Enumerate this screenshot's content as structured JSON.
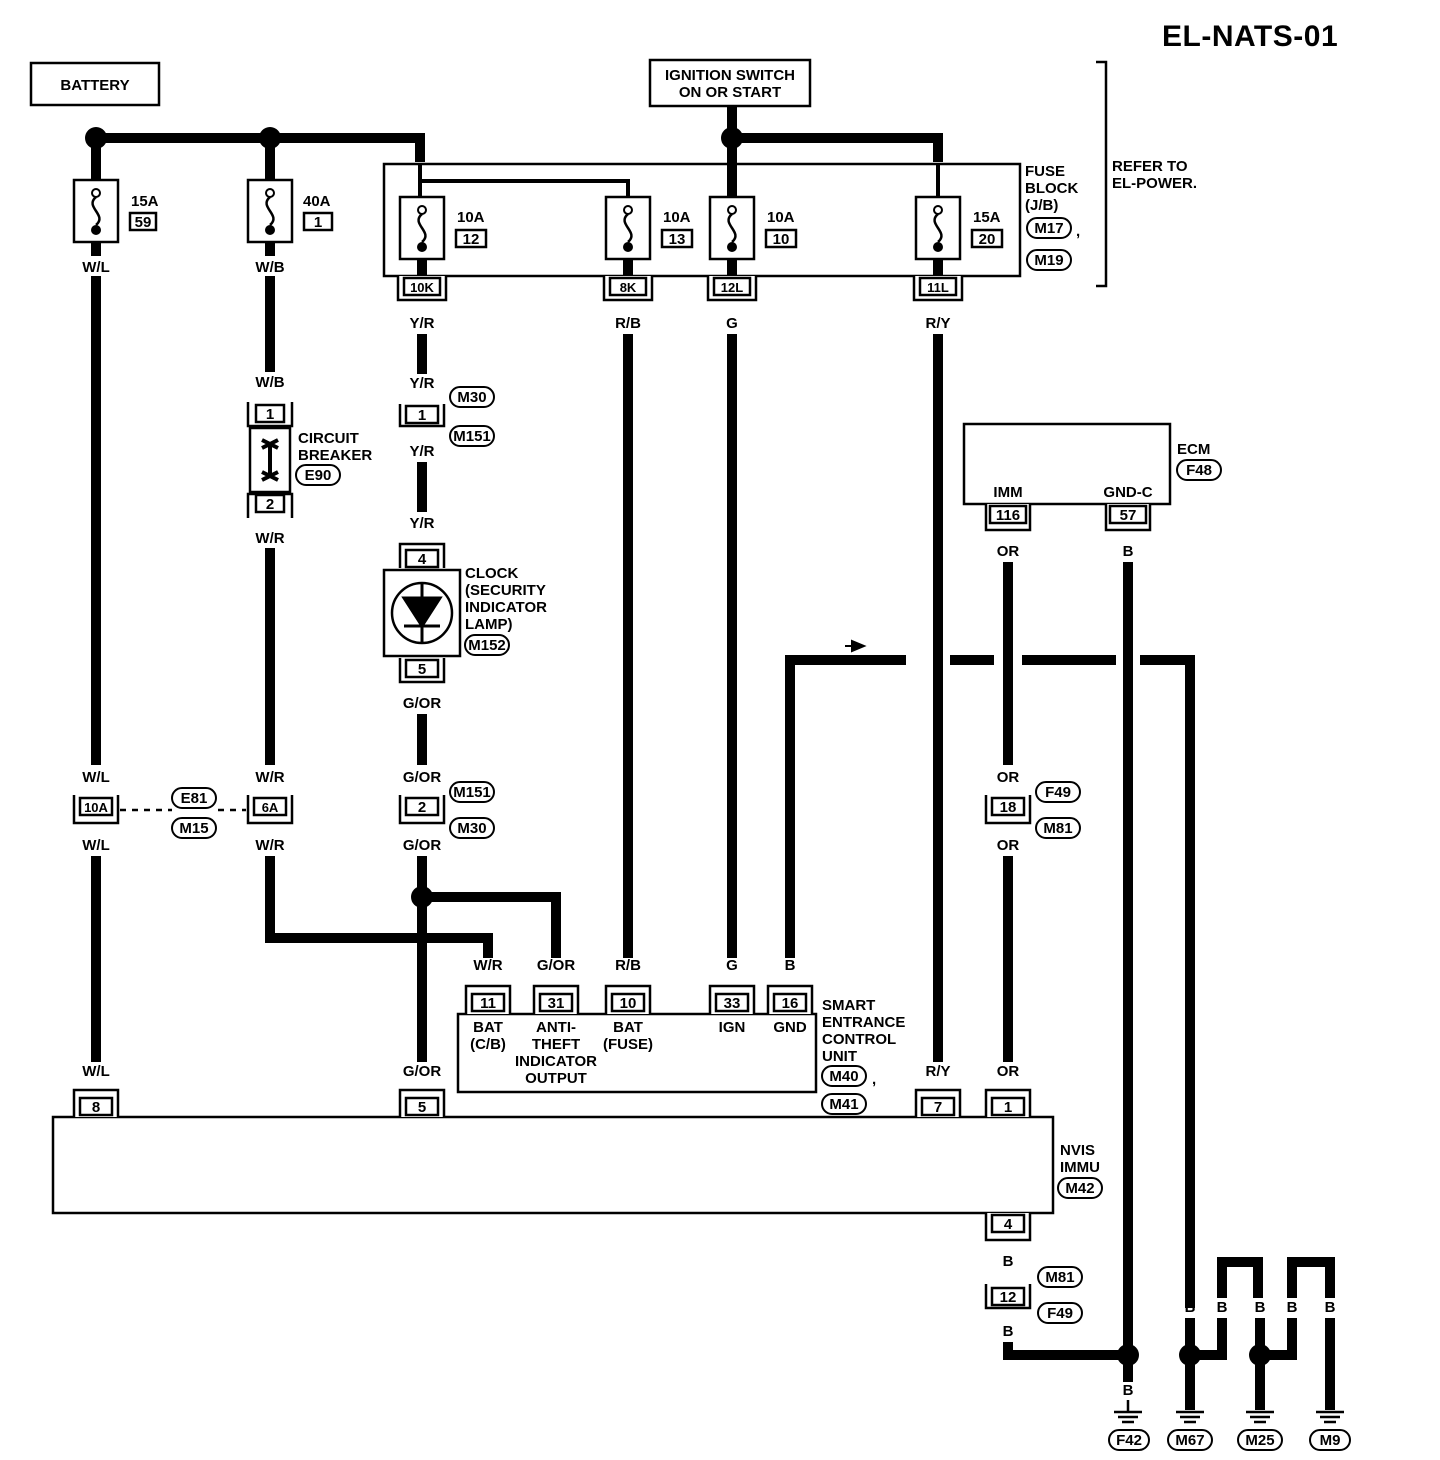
{
  "diagram": {
    "title": "EL-NATS-01",
    "battery": "BATTERY",
    "ignition": {
      "line1": "IGNITION SWITCH",
      "line2": "ON OR START"
    },
    "fuses": {
      "f59": {
        "amp": "15A",
        "num": "59"
      },
      "f1": {
        "amp": "40A",
        "num": "1"
      },
      "f12": {
        "amp": "10A",
        "num": "12"
      },
      "f13": {
        "amp": "10A",
        "num": "13"
      },
      "f10": {
        "amp": "10A",
        "num": "10"
      },
      "f20": {
        "amp": "15A",
        "num": "20"
      }
    },
    "fuse_block": {
      "l1": "FUSE",
      "l2": "BLOCK",
      "l3": "(J/B)",
      "conn1": "M17",
      "comma": ",",
      "conn2": "M19"
    },
    "refer": {
      "l1": "REFER TO",
      "l2": "EL-POWER."
    },
    "fb_pins": {
      "p10k": "10K",
      "p8k": "8K",
      "p12l": "12L",
      "p11l": "11L"
    },
    "wires": {
      "wl": "W/L",
      "wb": "W/B",
      "wr": "W/R",
      "yr": "Y/R",
      "rb": "R/B",
      "g": "G",
      "ry": "R/Y",
      "gor": "G/OR",
      "or": "OR",
      "b": "B"
    },
    "breaker": {
      "l1": "CIRCUIT",
      "l2": "BREAKER",
      "conn": "E90",
      "pin1": "1",
      "pin2": "2"
    },
    "joint_m30": {
      "pin": "1",
      "c1": "M30",
      "c2": "M151"
    },
    "clock": {
      "l1": "CLOCK",
      "l2": "(SECURITY",
      "l3": "INDICATOR",
      "l4": "LAMP)",
      "conn": "M152",
      "pin_top": "4",
      "pin_bot": "5"
    },
    "ecm": {
      "label": "ECM",
      "conn": "F48",
      "imm": "IMM",
      "gndc": "GND-C",
      "pin_imm": "116",
      "pin_gnd": "57"
    },
    "joint_row": {
      "p10a": "10A",
      "p6a": "6A",
      "p2": "2",
      "p18": "18",
      "e81": "E81",
      "m15": "M15",
      "m151": "M151",
      "m30": "M30",
      "f49": "F49",
      "m81": "M81"
    },
    "secu": {
      "l1": "SMART",
      "l2": "ENTRANCE",
      "l3": "CONTROL",
      "l4": "UNIT",
      "c1": "M40",
      "comma": ",",
      "c2": "M41",
      "pins": {
        "p11": "11",
        "p31": "31",
        "p10": "10",
        "p33": "33",
        "p16": "16"
      },
      "bat_cb": {
        "l1": "BAT",
        "l2": "(C/B)"
      },
      "anti": {
        "l1": "ANTI-",
        "l2": "THEFT",
        "l3": "INDICATOR",
        "l4": "OUTPUT"
      },
      "bat_fuse": {
        "l1": "BAT",
        "l2": "(FUSE)"
      },
      "ign": "IGN",
      "gnd": "GND"
    },
    "nvis": {
      "l1": "NVIS",
      "l2": "IMMU",
      "conn": "M42",
      "pins": {
        "p8": "8",
        "p5": "5",
        "p7": "7",
        "p1": "1",
        "p4": "4"
      }
    },
    "joint_12": {
      "pin": "12",
      "c1": "M81",
      "c2": "F49"
    },
    "grounds": {
      "g1": "F42",
      "g2": "M67",
      "g3": "M25",
      "g4": "M9"
    }
  }
}
